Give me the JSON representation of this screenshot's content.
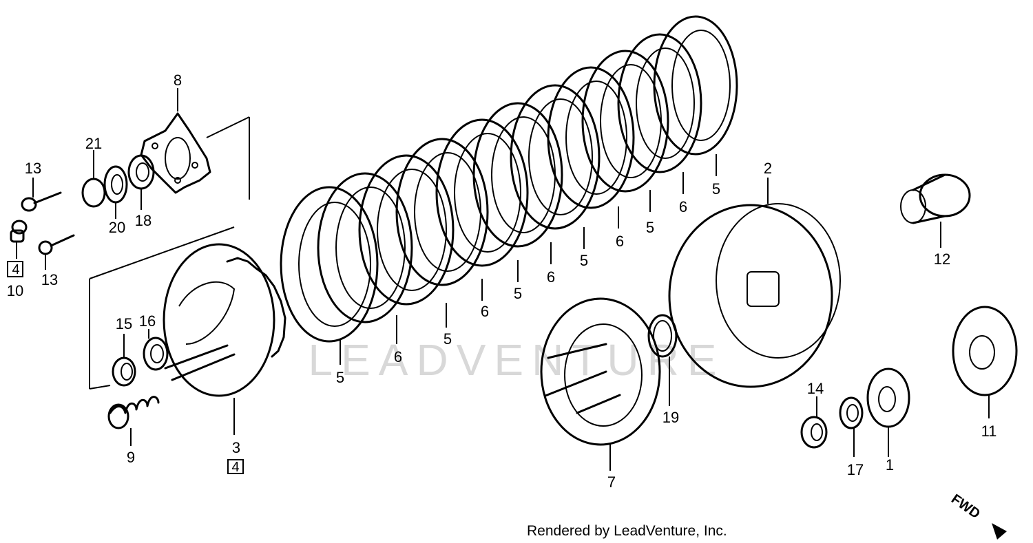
{
  "watermark": "LEADVENTURE",
  "credit": "Rendered by LeadVenture, Inc.",
  "fwd_label": "FWD",
  "callouts": [
    {
      "id": "c1",
      "text": "1"
    },
    {
      "id": "c2",
      "text": "2"
    },
    {
      "id": "c3",
      "text": "3",
      "sub": "4"
    },
    {
      "id": "c5a",
      "text": "5"
    },
    {
      "id": "c5b",
      "text": "5"
    },
    {
      "id": "c5c",
      "text": "5"
    },
    {
      "id": "c5d",
      "text": "5"
    },
    {
      "id": "c5e",
      "text": "5"
    },
    {
      "id": "c5f",
      "text": "5"
    },
    {
      "id": "c6a",
      "text": "6"
    },
    {
      "id": "c6b",
      "text": "6"
    },
    {
      "id": "c6c",
      "text": "6"
    },
    {
      "id": "c6d",
      "text": "6"
    },
    {
      "id": "c6e",
      "text": "6"
    },
    {
      "id": "c7",
      "text": "7"
    },
    {
      "id": "c8",
      "text": "8"
    },
    {
      "id": "c9",
      "text": "9"
    },
    {
      "id": "c10",
      "text": "10",
      "sub": "4"
    },
    {
      "id": "c11",
      "text": "11"
    },
    {
      "id": "c12",
      "text": "12"
    },
    {
      "id": "c13a",
      "text": "13"
    },
    {
      "id": "c13b",
      "text": "13"
    },
    {
      "id": "c14",
      "text": "14"
    },
    {
      "id": "c15",
      "text": "15"
    },
    {
      "id": "c16",
      "text": "16"
    },
    {
      "id": "c17",
      "text": "17"
    },
    {
      "id": "c18",
      "text": "18"
    },
    {
      "id": "c19",
      "text": "19"
    },
    {
      "id": "c20",
      "text": "20"
    },
    {
      "id": "c21",
      "text": "21"
    }
  ]
}
